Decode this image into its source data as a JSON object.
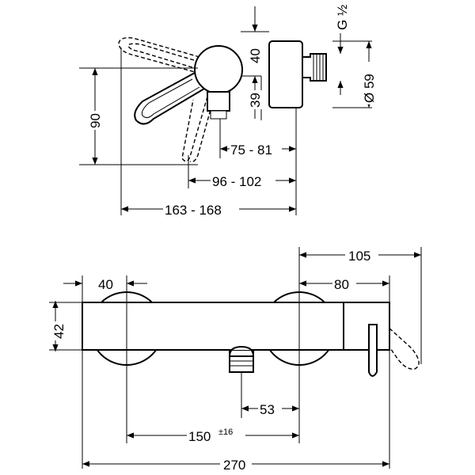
{
  "top_view": {
    "dim_thread": "G ½",
    "dim_outlet_top": "40",
    "dim_outlet_bottom": "39",
    "dim_diameter": "Ø 59",
    "dim_height": "90",
    "dim_spout_short": "75 - 81",
    "dim_spout_mid": "96 - 102",
    "dim_spout_total": "163 - 168"
  },
  "front_view": {
    "dim_left_offset": "40",
    "dim_height": "42",
    "dim_handle_long": "105",
    "dim_handle_short": "80",
    "dim_outlet": "53",
    "dim_centers": "150",
    "dim_centers_tolerance": "±16",
    "dim_total": "270"
  }
}
